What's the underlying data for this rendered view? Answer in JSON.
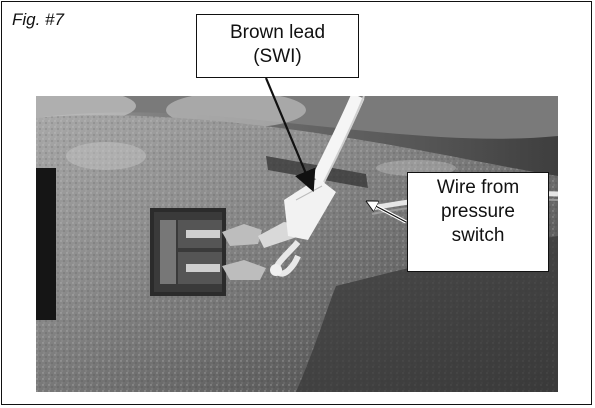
{
  "figure": {
    "label": "Fig. #7"
  },
  "callouts": {
    "brown_lead": [
      "Brown lead",
      "(SWI)"
    ],
    "pressure_wire": [
      "Wire from",
      "pressure",
      "switch"
    ]
  },
  "photo": {
    "subject": "switch-terminal-photo"
  }
}
